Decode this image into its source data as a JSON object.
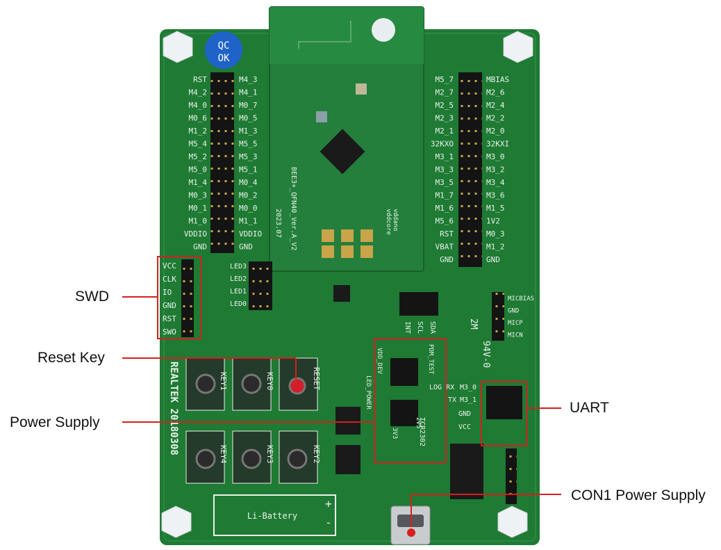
{
  "colors": {
    "board": "#1f7a34",
    "board_dark": "#175f28",
    "silk": "#e9f3ea",
    "callout_line": "#d61f1f",
    "callout_text": "#111111",
    "sticker": "#1f63c9"
  },
  "callouts": {
    "swd": "SWD",
    "reset_key": "Reset Key",
    "power_supply": "Power Supply",
    "uart": "UART",
    "con1": "CON1 Power Supply"
  },
  "sticker": {
    "line1": "QC",
    "line2": "OK"
  },
  "left_header_labels": {
    "outer": [
      "RST",
      "M4_2",
      "M4_0",
      "M0_6",
      "M1_2",
      "M5_4",
      "M5_2",
      "M5_0",
      "M1_4",
      "M0_3",
      "M0_1",
      "M1_0",
      "VDDIO",
      "GND"
    ],
    "inner": [
      "M4_3",
      "M4_1",
      "M0_7",
      "M0_5",
      "M1_3",
      "M5_5",
      "M5_3",
      "M5_1",
      "M0_4",
      "M0_2",
      "M0_0",
      "M1_1",
      "VDDIO",
      "GND"
    ]
  },
  "right_header_labels": {
    "inner": [
      "M5_7",
      "M2_7",
      "M2_5",
      "M2_3",
      "M2_1",
      "32KXO",
      "M3_1",
      "M3_3",
      "M3_5",
      "M1_7",
      "M1_6",
      "M5_6",
      "RST",
      "VBAT",
      "GND"
    ],
    "outer": [
      "MBIAS",
      "M2_6",
      "M2_4",
      "M2_2",
      "M2_0",
      "32KXI",
      "M3_0",
      "M3_2",
      "M3_4",
      "M3_6",
      "M1_5",
      "1V2",
      "M0_3",
      "M1_2",
      "GND"
    ]
  },
  "swd_labels": [
    "VCC",
    "CLK",
    "IO",
    "GND",
    "RST",
    "SWO"
  ],
  "led_labels": [
    "LED3",
    "LED2",
    "LED1",
    "LED0"
  ],
  "i2c_labels": [
    "INT",
    "SCL",
    "SDA"
  ],
  "mic_labels": [
    "MICBIAS",
    "GND",
    "MICP",
    "MICN"
  ],
  "uart_labels": [
    "LOG RX",
    "TX",
    "M3_0",
    "M3_1",
    "GND",
    "VCC"
  ],
  "key_labels": [
    "KEY1",
    "KEY0",
    "RESET",
    "KEY4",
    "KEY3",
    "KEY2"
  ],
  "power_labels": [
    "3V3",
    "2V5",
    "VDD_DEV",
    "PDM_TEST",
    "LED_POWER"
  ],
  "board_text": {
    "brand": "REALTEK 20180308",
    "battery": "Li-Battery",
    "module": "BEE3+_QFN40_Ver.A_V2",
    "module_date": "2023.07",
    "vddano": "vddano",
    "vddcore": "vddcore",
    "rating": "94V-0",
    "code": "2M",
    "chip": "TCR2302"
  }
}
